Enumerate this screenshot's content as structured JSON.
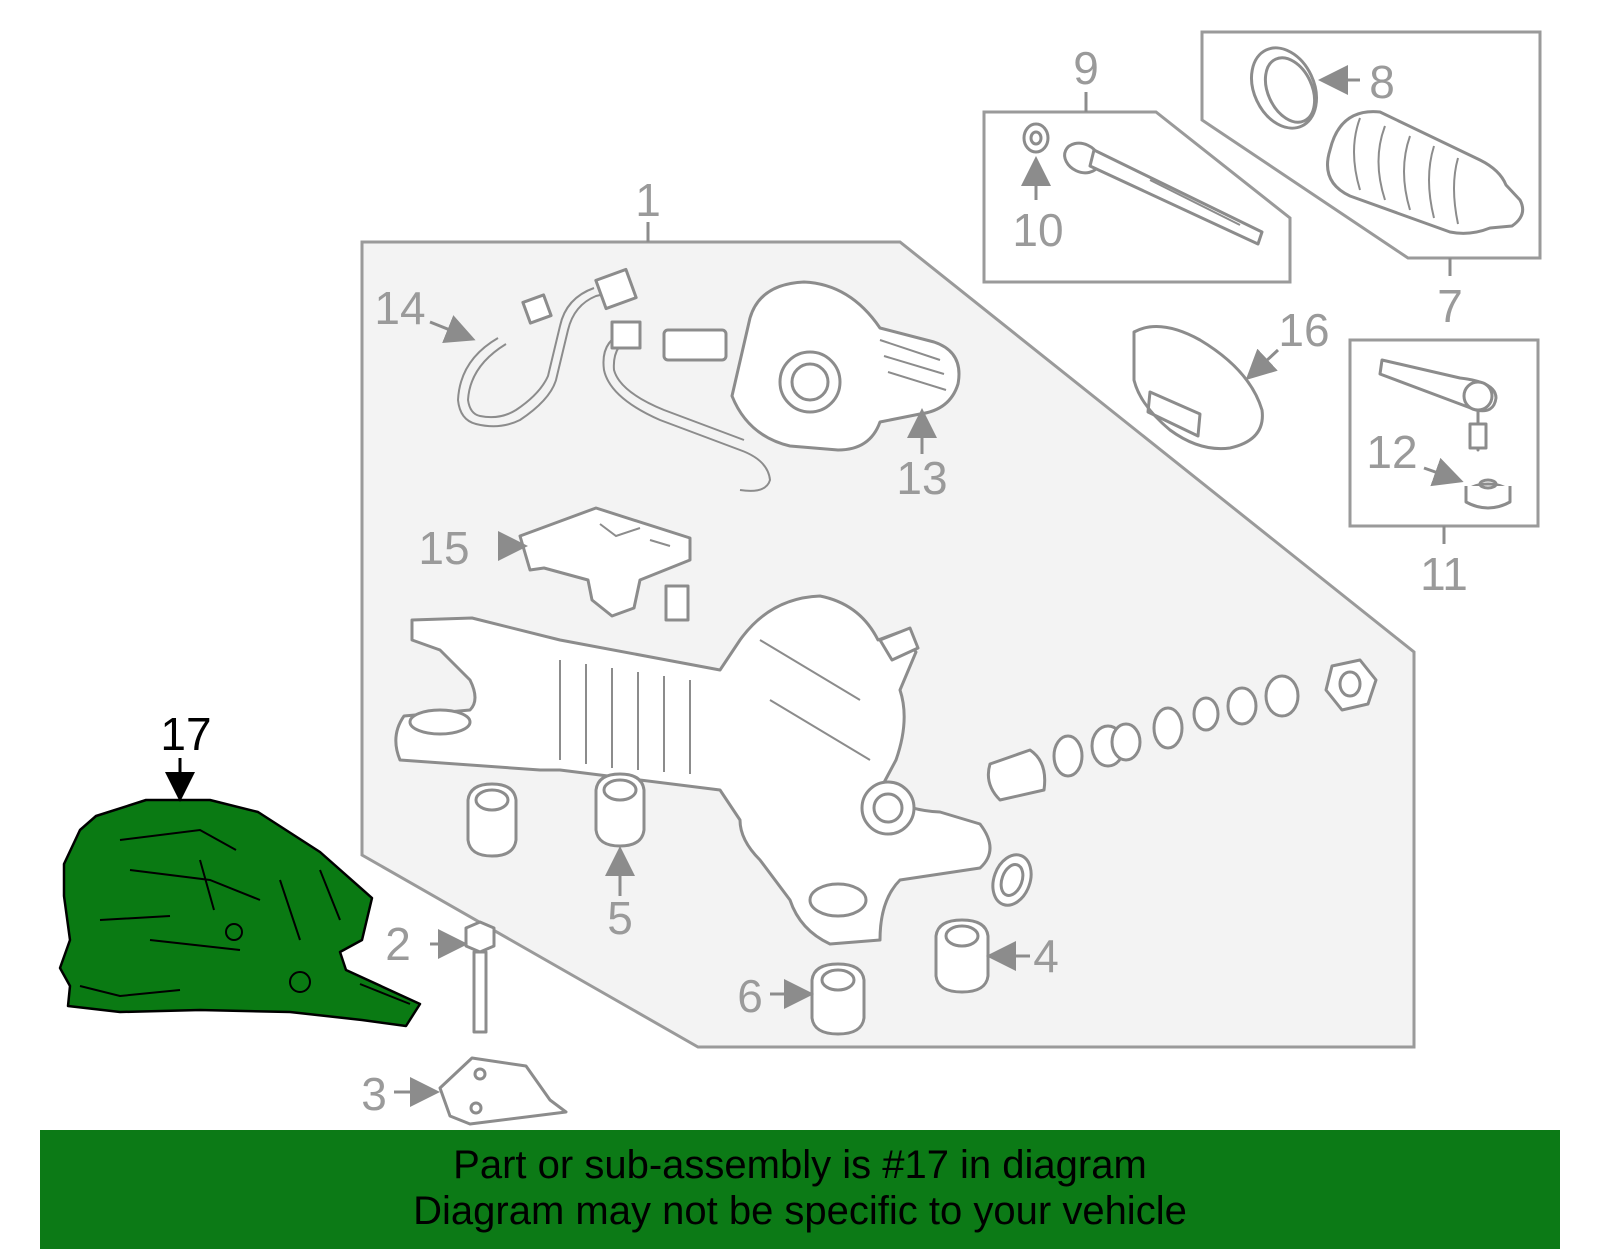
{
  "diagram": {
    "callouts": {
      "c1": "1",
      "c2": "2",
      "c3": "3",
      "c4": "4",
      "c5": "5",
      "c6": "6",
      "c7": "7",
      "c8": "8",
      "c9": "9",
      "c10": "10",
      "c11": "11",
      "c12": "12",
      "c13": "13",
      "c14": "14",
      "c15": "15",
      "c16": "16",
      "c17": "17"
    },
    "highlighted_part": "17",
    "highlight_color": "#0c7a16"
  },
  "footer": {
    "line1": "Part or sub-assembly is #17 in diagram",
    "line2": "Diagram may not be specific to your vehicle",
    "background": "#0c7a16"
  }
}
